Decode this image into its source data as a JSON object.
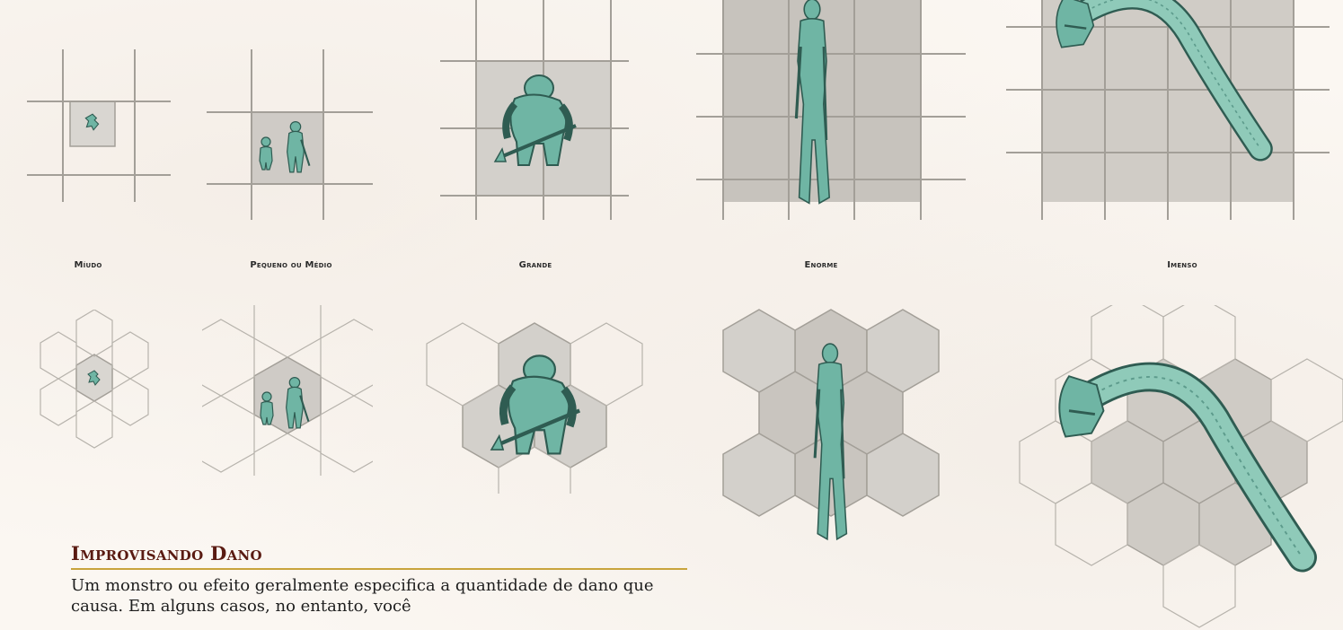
{
  "size_captions": {
    "tiny": "Míudo",
    "small_medium": "Pequeno ou Médio",
    "large": "Grande",
    "huge": "Enorme",
    "gargantuan": "Imenso"
  },
  "section": {
    "title": "Improvisando Dano",
    "text": "Um monstro ou efeito geralmente especifica a quantidade de dano que causa. Em alguns casos, no entanto, você"
  },
  "colors": {
    "figure": "#6fb5a4",
    "figure_stroke": "#2f5c52",
    "occupied": "#bdbab4",
    "grid_line": "#a39f98",
    "title": "#5a1b12",
    "rule": "#c8a43c"
  }
}
